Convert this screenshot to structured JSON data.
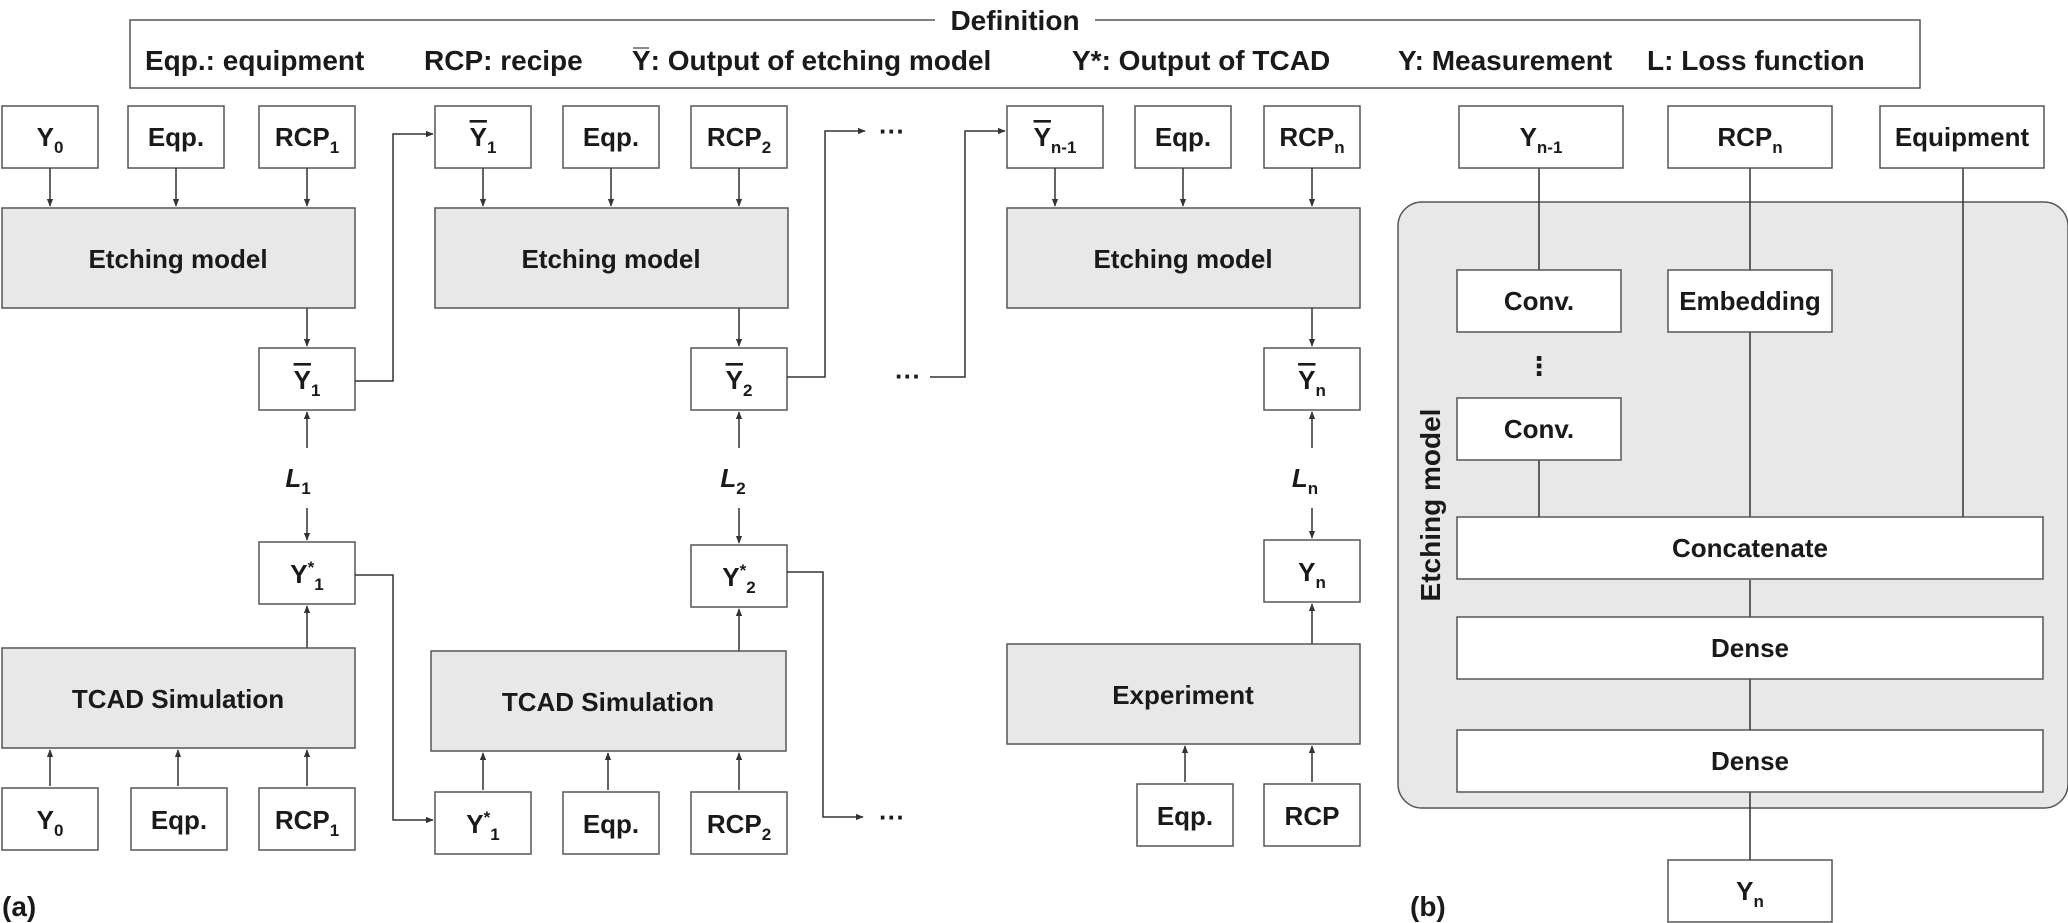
{
  "definition": {
    "title": "Definition",
    "items": [
      "Eqp.: equipment",
      "RCP: recipe",
      "Y̅: Output of etching model",
      "Y*: Output of TCAD",
      "Y: Measurement",
      "L: Loss function"
    ]
  },
  "panel_a": {
    "label": "(a)",
    "stage1": {
      "in_y": "Y",
      "in_y_sub": "0",
      "in_eqp": "Eqp.",
      "in_rcp": "RCP",
      "in_rcp_sub": "1",
      "model": "Etching model",
      "out": "Y",
      "out_sub": "1",
      "loss": "L",
      "loss_sub": "1",
      "tcad_out": "Y",
      "tcad_out_sup": "*",
      "tcad_out_sub": "1",
      "sim": "TCAD Simulation",
      "sim_in_y": "Y",
      "sim_in_y_sub": "0",
      "sim_in_eqp": "Eqp.",
      "sim_in_rcp": "RCP",
      "sim_in_rcp_sub": "1"
    },
    "stage2": {
      "in_y": "Y",
      "in_y_sub": "1",
      "in_eqp": "Eqp.",
      "in_rcp": "RCP",
      "in_rcp_sub": "2",
      "model": "Etching model",
      "out": "Y",
      "out_sub": "2",
      "loss": "L",
      "loss_sub": "2",
      "tcad_out": "Y",
      "tcad_out_sup": "*",
      "tcad_out_sub": "2",
      "sim": "TCAD Simulation",
      "sim_in_y": "Y",
      "sim_in_y_sup": "*",
      "sim_in_y_sub": "1",
      "sim_in_eqp": "Eqp.",
      "sim_in_rcp": "RCP",
      "sim_in_rcp_sub": "2"
    },
    "stageN": {
      "in_y": "Y",
      "in_y_sub": "n-1",
      "in_eqp": "Eqp.",
      "in_rcp": "RCP",
      "in_rcp_sub": "n",
      "model": "Etching model",
      "out": "Y",
      "out_sub": "n",
      "loss": "L",
      "loss_sub": "n",
      "meas": "Y",
      "meas_sub": "n",
      "experiment": "Experiment",
      "exp_in_eqp": "Eqp.",
      "exp_in_rcp": "RCP"
    },
    "ellipsis": "···"
  },
  "panel_b": {
    "label": "(b)",
    "title": "Etching model",
    "in_y": "Y",
    "in_y_sub": "n-1",
    "in_rcp": "RCP",
    "in_rcp_sub": "n",
    "in_equipment": "Equipment",
    "conv1": "Conv.",
    "vdots": "⋮",
    "conv2": "Conv.",
    "embedding": "Embedding",
    "concat": "Concatenate",
    "dense1": "Dense",
    "dense2": "Dense",
    "out": "Y",
    "out_sub": "n"
  }
}
